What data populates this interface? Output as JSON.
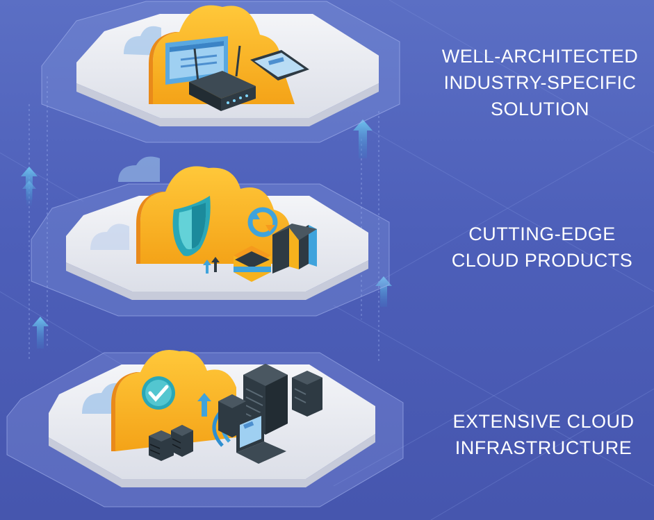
{
  "tiers": [
    {
      "lines": [
        "WELL-ARCHITECTED",
        "INDUSTRY-SPECIFIC",
        "SOLUTION"
      ],
      "icons": [
        "cloud-icon",
        "browser-window-icon",
        "router-icon",
        "tablet-icon"
      ]
    },
    {
      "lines": [
        "CUTTING-EDGE",
        "CLOUD PRODUCTS"
      ],
      "icons": [
        "cloud-icon",
        "shield-icon",
        "gear-icon",
        "binder-icon",
        "database-icon",
        "upload-arrows-icon"
      ]
    },
    {
      "lines": [
        "EXTENSIVE CLOUD",
        "INFRASTRUCTURE"
      ],
      "icons": [
        "cloud-icon",
        "checkmark-icon",
        "server-rack-icon",
        "laptop-icon",
        "wifi-icon",
        "upload-arrow-icon"
      ]
    }
  ],
  "colors": {
    "background": "#4f62bb",
    "platform": "#e9ebf1",
    "cloud_front": "#f6b21d",
    "cloud_side": "#f08c1e",
    "server": "#2e3a43",
    "accent_blue": "#52a6dd",
    "text": "#ffffff"
  }
}
